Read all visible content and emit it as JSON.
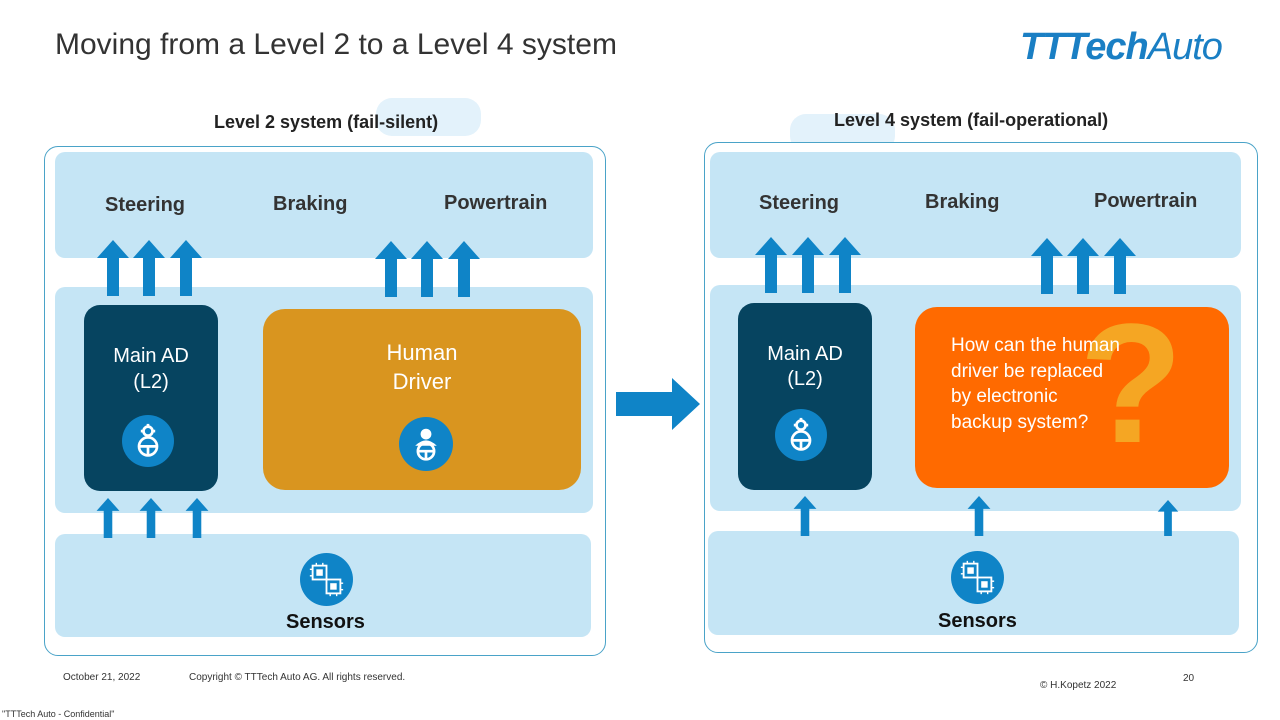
{
  "slide": {
    "title": "Moving from a Level 2 to a Level 4 system",
    "logo": {
      "bold": "TTTech",
      "light": "Auto"
    },
    "colors": {
      "accent": "#0f84c7",
      "dark": "#064460",
      "human": "#d9951f",
      "question": "#ff6a00",
      "band": "#c5e5f5"
    }
  },
  "left": {
    "title": "Level 2 system (fail-silent)",
    "actuators": {
      "steering": "Steering",
      "braking": "Braking",
      "powertrain": "Powertrain"
    },
    "main_ad": {
      "line1": "Main AD",
      "line2": "(L2)",
      "icon": "driver-gear-icon"
    },
    "human": {
      "line1": "Human",
      "line2": "Driver",
      "icon": "human-driver-icon"
    },
    "sensors": {
      "label": "Sensors",
      "icon": "chip-icon"
    }
  },
  "right": {
    "title": "Level 4 system (fail-operational)",
    "actuators": {
      "steering": "Steering",
      "braking": "Braking",
      "powertrain": "Powertrain"
    },
    "main_ad": {
      "line1": "Main AD",
      "line2": "(L2)",
      "icon": "driver-gear-icon"
    },
    "question": {
      "lines": [
        "How can the human",
        "driver be replaced",
        "by electronic",
        "backup system?"
      ],
      "mark": "?"
    },
    "sensors": {
      "label": "Sensors",
      "icon": "chip-icon"
    }
  },
  "footer": {
    "date": "October 21, 2022",
    "copyright": "Copyright © TTTech Auto AG. All rights reserved.",
    "author": "© H.Kopetz 2022",
    "page": "20",
    "confidential": "\"TTTech Auto - Confidential\""
  }
}
